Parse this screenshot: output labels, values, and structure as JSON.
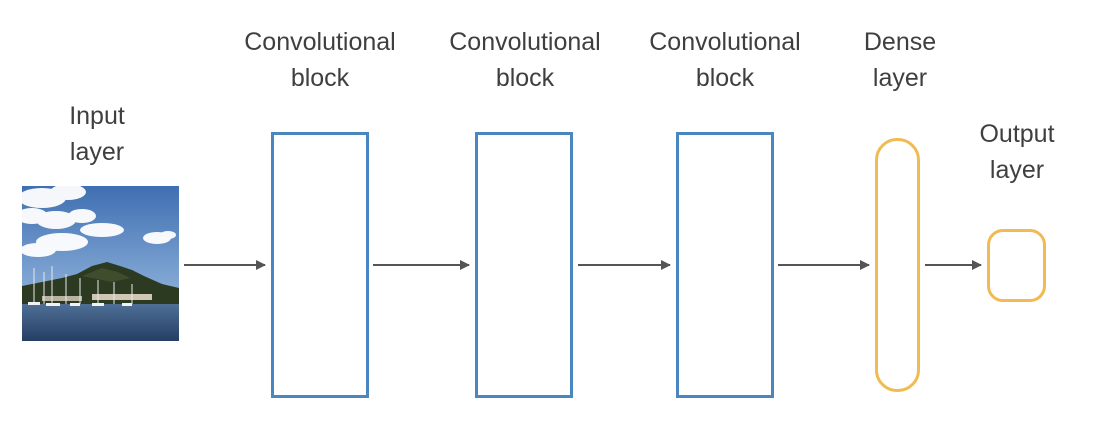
{
  "labels": {
    "input": [
      "Input",
      "layer"
    ],
    "conv1": [
      "Convolutional",
      "block"
    ],
    "conv2": [
      "Convolutional",
      "block"
    ],
    "conv3": [
      "Convolutional",
      "block"
    ],
    "dense": [
      "Dense",
      "layer"
    ],
    "output": [
      "Output",
      "layer"
    ]
  },
  "colors": {
    "conv_block_stroke": "#4a86bf",
    "dense_output_stroke": "#f0bb52",
    "arrow": "#555555",
    "text": "#3f3f3f"
  },
  "input_image": {
    "icon": "harbor-photo-icon"
  }
}
